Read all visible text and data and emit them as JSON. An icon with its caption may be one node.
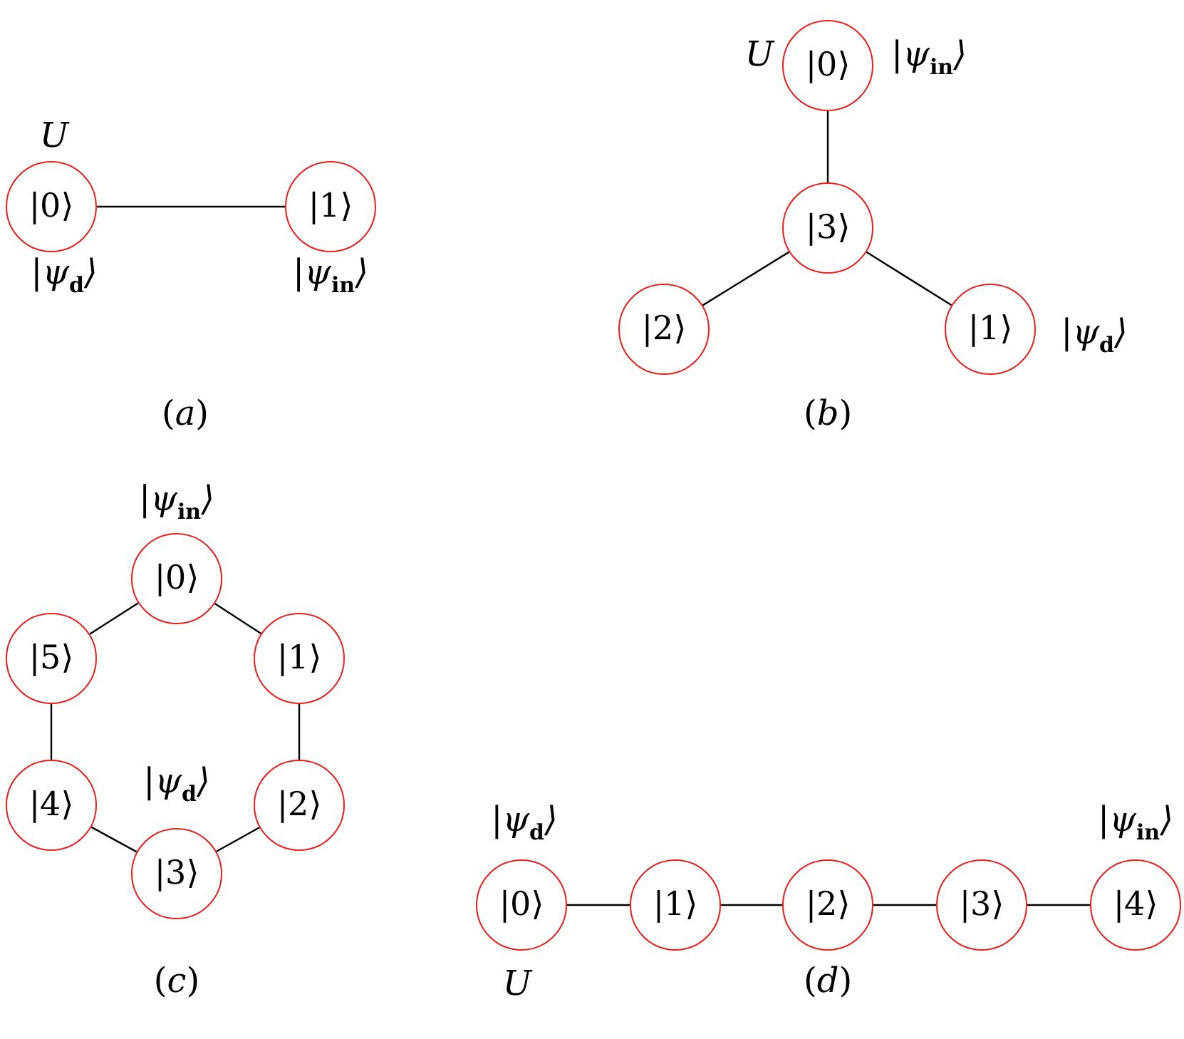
{
  "diagram": {
    "nodes": [
      {
        "text": [
          "|0⟩"
        ],
        "beside": [
          "U",
          "|ψ$_{d}$⟩"
        ]
      },
      {
        "text": [
          "|1⟩"
        ],
        "beside": [
          "|ψ$_{in}$⟩"
        ]
      },
      {
        "text": [
          "|0⟩"
        ],
        "beside": [
          "U",
          "|ψ$_{in}$⟩"
        ]
      },
      {
        "text": [
          "|3⟩"
        ]
      },
      {
        "text": [
          "|2⟩"
        ]
      },
      {
        "text": [
          "|1⟩"
        ],
        "beside": [
          "|ψ$_{d}$⟩"
        ]
      },
      {
        "text": [
          "|0⟩"
        ],
        "beside": [
          "|ψ$_{in}$⟩"
        ]
      },
      {
        "text": [
          "|1⟩"
        ]
      },
      {
        "text": [
          "|2⟩"
        ]
      },
      {
        "text": [
          "|3⟩"
        ],
        "beside": [
          "|ψ$_{d}$⟩"
        ]
      },
      {
        "text": [
          "|4⟩"
        ]
      },
      {
        "text": [
          "|5⟩"
        ]
      },
      {
        "text": [
          "|0⟩"
        ],
        "beside": [
          "|ψ$_{d}$⟩",
          "U"
        ]
      },
      {
        "text": [
          "|1⟩"
        ]
      },
      {
        "text": [
          "|2⟩"
        ]
      },
      {
        "text": [
          "|3⟩"
        ]
      },
      {
        "text": [
          "|4⟩"
        ],
        "beside": [
          "|ψ$_{in}$⟩"
        ]
      }
    ],
    "edges": [
      {
        "from": 0,
        "to": 1,
        "arrow": "none"
      },
      {
        "from": 2,
        "to": 3,
        "arrow": "none"
      },
      {
        "from": 3,
        "to": 4,
        "arrow": "none"
      },
      {
        "from": 3,
        "to": 5,
        "arrow": "none"
      },
      {
        "from": 6,
        "to": 7,
        "arrow": "none"
      },
      {
        "from": 7,
        "to": 8,
        "arrow": "none"
      },
      {
        "from": 8,
        "to": 9,
        "arrow": "none"
      },
      {
        "from": 9,
        "to": 10,
        "arrow": "none"
      },
      {
        "from": 10,
        "to": 11,
        "arrow": "none"
      },
      {
        "from": 11,
        "to": 6,
        "arrow": "none"
      },
      {
        "from": 12,
        "to": 13,
        "arrow": "none"
      },
      {
        "from": 13,
        "to": 14,
        "arrow": "none"
      },
      {
        "from": 14,
        "to": 15,
        "arrow": "none"
      },
      {
        "from": 15,
        "to": 16,
        "arrow": "none"
      }
    ],
    "labels": [
      "(*a*)",
      "(*b*)",
      "(*c*)",
      "(*d*)"
    ]
  }
}
